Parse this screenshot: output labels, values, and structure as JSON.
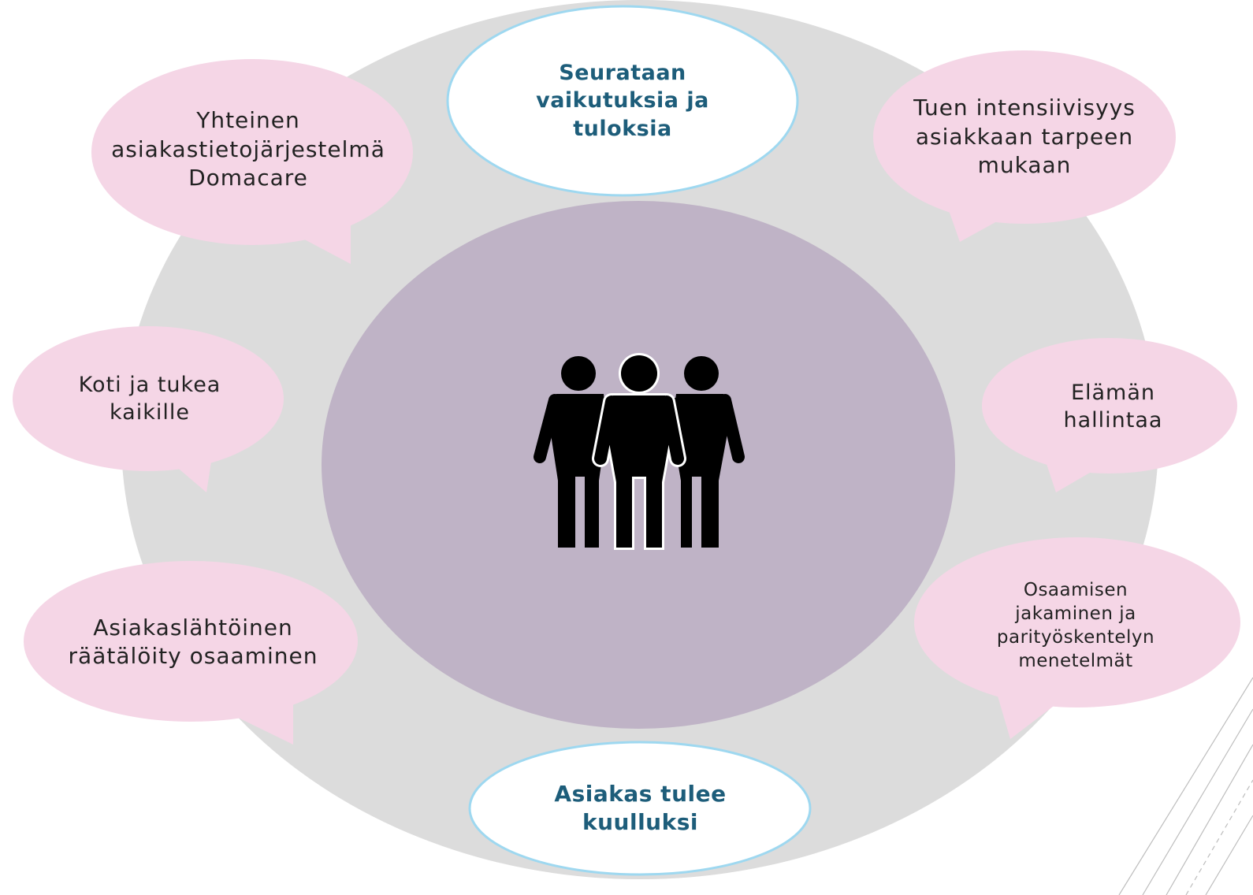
{
  "colors": {
    "background": "#ffffff",
    "outer_ring": "#dcdcdc",
    "center_circle": "#bfb3c6",
    "bubble_fill": "#f5d6e6",
    "oval_fill": "#ffffff",
    "oval_border": "#9ed8f0",
    "oval_text": "#1d5d7a",
    "bubble_text": "#222222",
    "people_icon": "#000000",
    "corner_lines": "#bdbdbd"
  },
  "center": {
    "icon": "group-of-people-icon"
  },
  "ovals": {
    "top": "Seurataan\nvaikutuksia ja\ntuloksia",
    "bottom": "Asiakas tulee\nkuulluksi"
  },
  "bubbles": {
    "top_left": "Yhteinen\nasiakastietojärjestelmä\nDomacare",
    "mid_left": "Koti ja tukea\nkaikille",
    "bottom_left": "Asiakaslähtöinen\nräätälöity osaaminen",
    "top_right": "Tuen intensiivisyys\nasiakkaan tarpeen\nmukaan",
    "mid_right": "Elämän\nhallintaa",
    "bottom_right": "Osaamisen\njakaminen ja\nparityöskentelyn\nmenetelmät"
  }
}
